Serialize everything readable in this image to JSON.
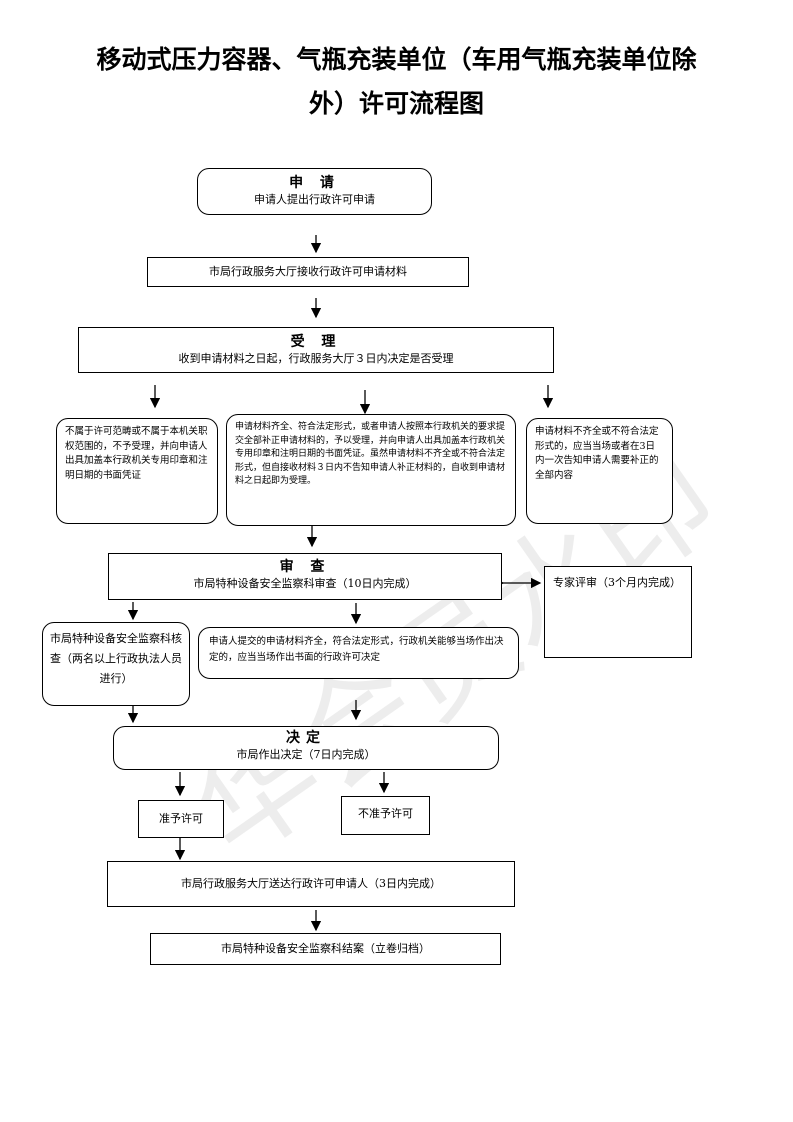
{
  "title": {
    "line1": "移动式压力容器、气瓶充装单位（车用气瓶充装单位除",
    "line2": "外）许可流程图"
  },
  "apply": {
    "head": "申 请",
    "text": "申请人提出行政许可申请"
  },
  "receive": {
    "text": "市局行政服务大厅接收行政许可申请材料"
  },
  "accept": {
    "head": "受 理",
    "text": "收到申请材料之日起，行政服务大厅３日内决定是否受理"
  },
  "branch_reject": {
    "text": "不属于许可范畴或不属于本机关职权范围的，不予受理，并向申请人出具加盖本行政机关专用印章和注明日期的书面凭证"
  },
  "branch_accept": {
    "text": "申请材料齐全、符合法定形式，或者申请人按照本行政机关的要求提交全部补正申请材料的，予以受理，并向申请人出具加盖本行政机关专用印章和注明日期的书面凭证。虽然申请材料不齐全或不符合法定形式，但自接收材料３日内不告知申请人补正材料的，自收到申请材料之日起即为受理。"
  },
  "branch_supplement": {
    "text": "申请材料不齐全或不符合法定形式的，应当当场或者在3日内一次告知申请人需要补正的全部内容"
  },
  "review": {
    "head": "审 查",
    "text": "市局特种设备安全监察科审查（10日内完成）"
  },
  "expert": {
    "text": "专家评审（3个月内完成）"
  },
  "verify": {
    "text": "市局特种设备安全监察科核查（两名以上行政执法人员进行）"
  },
  "onsite": {
    "text": "申请人提交的申请材料齐全，符合法定形式，行政机关能够当场作出决定的，应当当场作出书面的行政许可决定"
  },
  "decision": {
    "head": "决定",
    "text": "市局作出决定（7日内完成）"
  },
  "grant": {
    "text": "准予许可"
  },
  "deny": {
    "text": "不准予许可"
  },
  "deliver": {
    "text": "市局行政服务大厅送达行政许可申请人（3日内完成）"
  },
  "close": {
    "text": "市局特种设备安全监察科结案（立卷归档）"
  },
  "watermark": "华会员水印"
}
